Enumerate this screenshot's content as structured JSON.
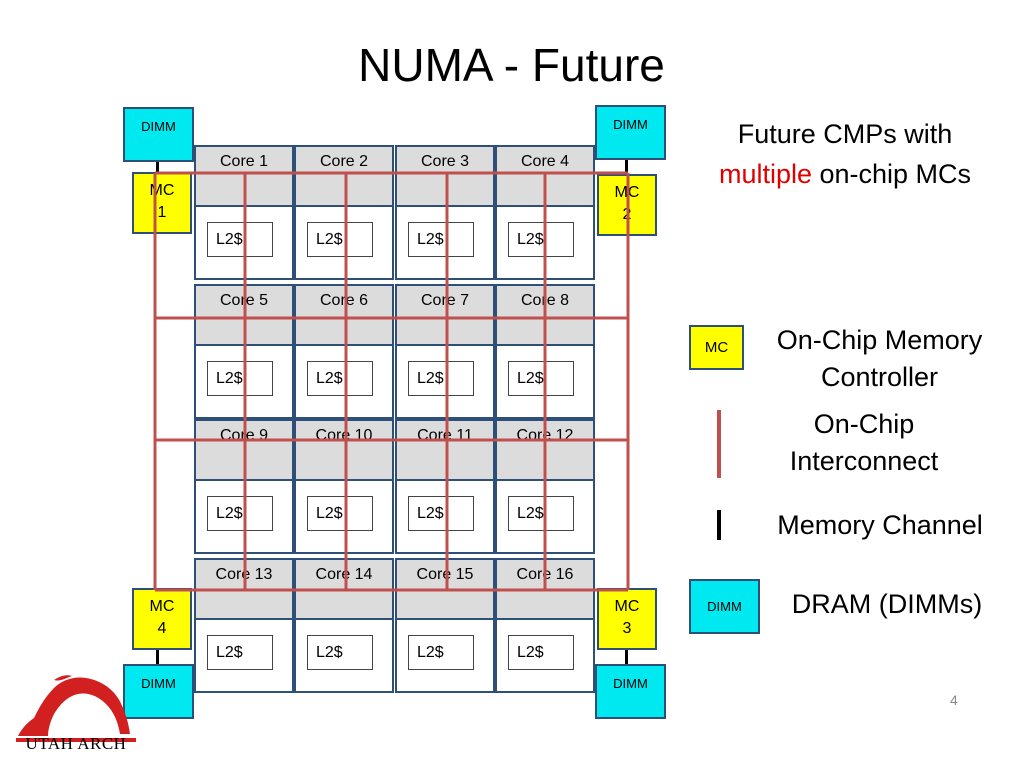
{
  "title": "NUMA - Future",
  "dimms": [
    {
      "label": "DIMM"
    },
    {
      "label": "DIMM"
    },
    {
      "label": "DIMM"
    },
    {
      "label": "DIMM"
    }
  ],
  "mcs": [
    {
      "line1": "MC",
      "line2": "1"
    },
    {
      "line1": "MC",
      "line2": "2"
    },
    {
      "line1": "MC",
      "line2": "4"
    },
    {
      "line1": "MC",
      "line2": "3"
    }
  ],
  "cores": [
    {
      "core": "Core 1",
      "cache": "L2$"
    },
    {
      "core": "Core 2",
      "cache": "L2$"
    },
    {
      "core": "Core 3",
      "cache": "L2$"
    },
    {
      "core": "Core 4",
      "cache": "L2$"
    },
    {
      "core": "Core 5",
      "cache": "L2$"
    },
    {
      "core": "Core 6",
      "cache": "L2$"
    },
    {
      "core": "Core 7",
      "cache": "L2$"
    },
    {
      "core": "Core 8",
      "cache": "L2$"
    },
    {
      "core": "Core 9",
      "cache": "L2$"
    },
    {
      "core": "Core 10",
      "cache": "L2$"
    },
    {
      "core": "Core 11",
      "cache": "L2$"
    },
    {
      "core": "Core 12",
      "cache": "L2$"
    },
    {
      "core": "Core 13",
      "cache": "L2$"
    },
    {
      "core": "Core 14",
      "cache": "L2$"
    },
    {
      "core": "Core 15",
      "cache": "L2$"
    },
    {
      "core": "Core 16",
      "cache": "L2$"
    }
  ],
  "side": {
    "line1": "Future CMPs with",
    "highlight": "multiple",
    "line2_rest": " on-chip MCs"
  },
  "legend": {
    "mc_box": "MC",
    "mc_text": "On-Chip Memory Controller",
    "interconnect_text": "On-Chip Interconnect",
    "channel_text": "Memory Channel",
    "dimm_box": "DIMM",
    "dimm_text": "DRAM (DIMMs)"
  },
  "logo_text": "UTAH ARCH",
  "page_number": "4",
  "colors": {
    "interconnect": "#c0504d",
    "dimm_fill": "#00e8f0",
    "mc_fill": "#ffff00",
    "core_fill": "#dcdcdc",
    "border": "#2e4f78",
    "highlight": "#e00000",
    "logo": "#d21f1f"
  }
}
